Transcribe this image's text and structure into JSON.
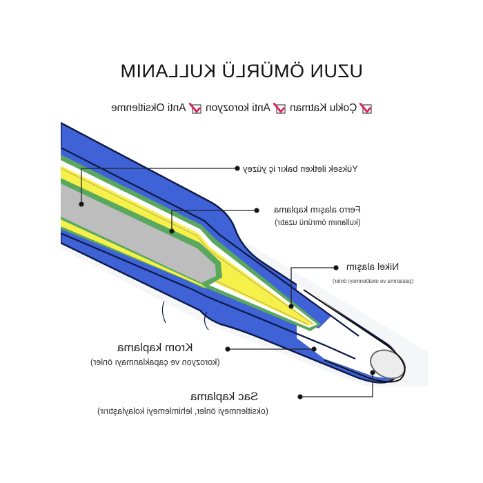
{
  "title": "UZUN ÖMÜRLÜ KULLANIM",
  "features": [
    {
      "label": "Çoklu Katman",
      "icon": "pink-checkbox-check-icon"
    },
    {
      "label": "Anti korozyon",
      "icon": "pink-checkbox-check-icon"
    },
    {
      "label": "Anti Oksitlenme",
      "icon": "pink-checkbox-check-icon"
    }
  ],
  "layers": [
    {
      "id": "copper",
      "main": "Yüksek iletken bakır iç yüzey",
      "sub": ""
    },
    {
      "id": "ferro",
      "main": "Ferro alaşım kaplama",
      "sub": "(kullanım ömrünü uzatır)"
    },
    {
      "id": "nickel",
      "main": "Nikel alaşım",
      "sub": "(paslanma ve oksitlenmeyi önler)"
    },
    {
      "id": "chrome",
      "main": "Krom kaplama",
      "sub": "(korozyon ve çapaklanmayı önler)"
    },
    {
      "id": "tin",
      "main": "Sac kaplama",
      "sub": "(oksitlenmeyi önler, lehimlemeyi kolaylaştırır)"
    }
  ],
  "colors": {
    "blue": "#3f63d6",
    "dark_outline": "#0d1a4a",
    "green": "#5aa85f",
    "yellow": "#f5f04a",
    "gray": "#bdbdbd",
    "white": "#ffffff",
    "check_pink": "#e0245e"
  },
  "orientation": "mirrored-horizontal"
}
